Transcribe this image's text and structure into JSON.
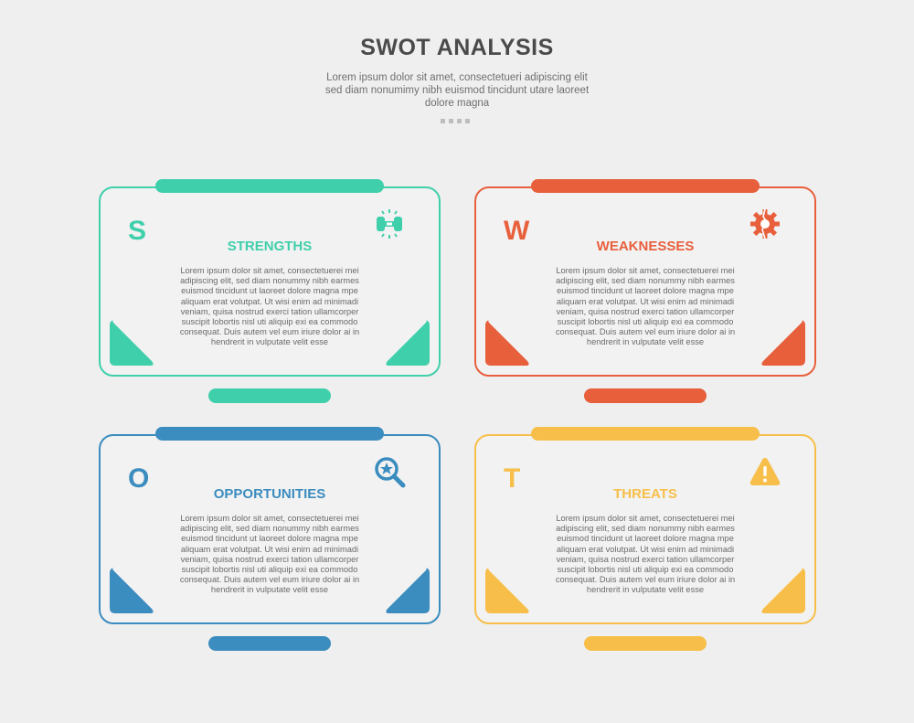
{
  "header": {
    "title": "SWOT ANALYSIS",
    "subtitle": "Lorem ipsum dolor sit amet, consectetueri adipiscing elit sed diam nonumimy nibh euismod tincidunt utare laoreet dolore magna"
  },
  "quadrants": [
    {
      "letter": "S",
      "title": "STRENGTHS",
      "body": "Lorem ipsum dolor sit amet, consectetuerei mei adipiscing elit, sed diam nonummy nibh earmes euismod tincidunt ut laoreet dolore magna mpe aliquam erat volutpat. Ut wisi enim ad minimadi veniam, quisa nostrud exerci tation ullamcorper suscipit lobortis nisl uti aliquip exi ea commodo consequat. Duis autem vel eum iriure dolor ai in hendrerit in vulputate velit esse",
      "icon": "dumbbell-icon",
      "color": "#3fcfab"
    },
    {
      "letter": "W",
      "title": "WEAKNESSES",
      "body": "Lorem ipsum dolor sit amet, consectetuerei mei adipiscing elit, sed diam nonummy nibh earmes euismod tincidunt ut laoreet dolore magna mpe aliquam erat volutpat. Ut wisi enim ad minimadi veniam, quisa nostrud exerci tation ullamcorper suscipit lobortis nisl uti aliquip exi ea commodo consequat. Duis autem vel eum iriure dolor ai in hendrerit in vulputate velit esse",
      "icon": "broken-gear-icon",
      "color": "#e85f3c"
    },
    {
      "letter": "O",
      "title": "OPPORTUNITIES",
      "body": "Lorem ipsum dolor sit amet, consectetuerei mei adipiscing elit, sed diam nonummy nibh earmes euismod tincidunt ut laoreet dolore magna mpe aliquam erat volutpat. Ut wisi enim ad minimadi veniam, quisa nostrud exerci tation ullamcorper suscipit lobortis nisl uti aliquip exi ea commodo consequat. Duis autem vel eum iriure dolor ai in hendrerit in vulputate velit esse",
      "icon": "star-magnifier-icon",
      "color": "#3b8cbf"
    },
    {
      "letter": "T",
      "title": "THREATS",
      "body": "Lorem ipsum dolor sit amet, consectetuerei mei adipiscing elit, sed diam nonummy nibh earmes euismod tincidunt ut laoreet dolore magna mpe aliquam erat volutpat. Ut wisi enim ad minimadi veniam, quisa nostrud exerci tation ullamcorper suscipit lobortis nisl uti aliquip exi ea commodo consequat. Duis autem vel eum iriure dolor ai in hendrerit in vulputate velit esse",
      "icon": "warning-icon",
      "color": "#f7bf4a"
    }
  ]
}
